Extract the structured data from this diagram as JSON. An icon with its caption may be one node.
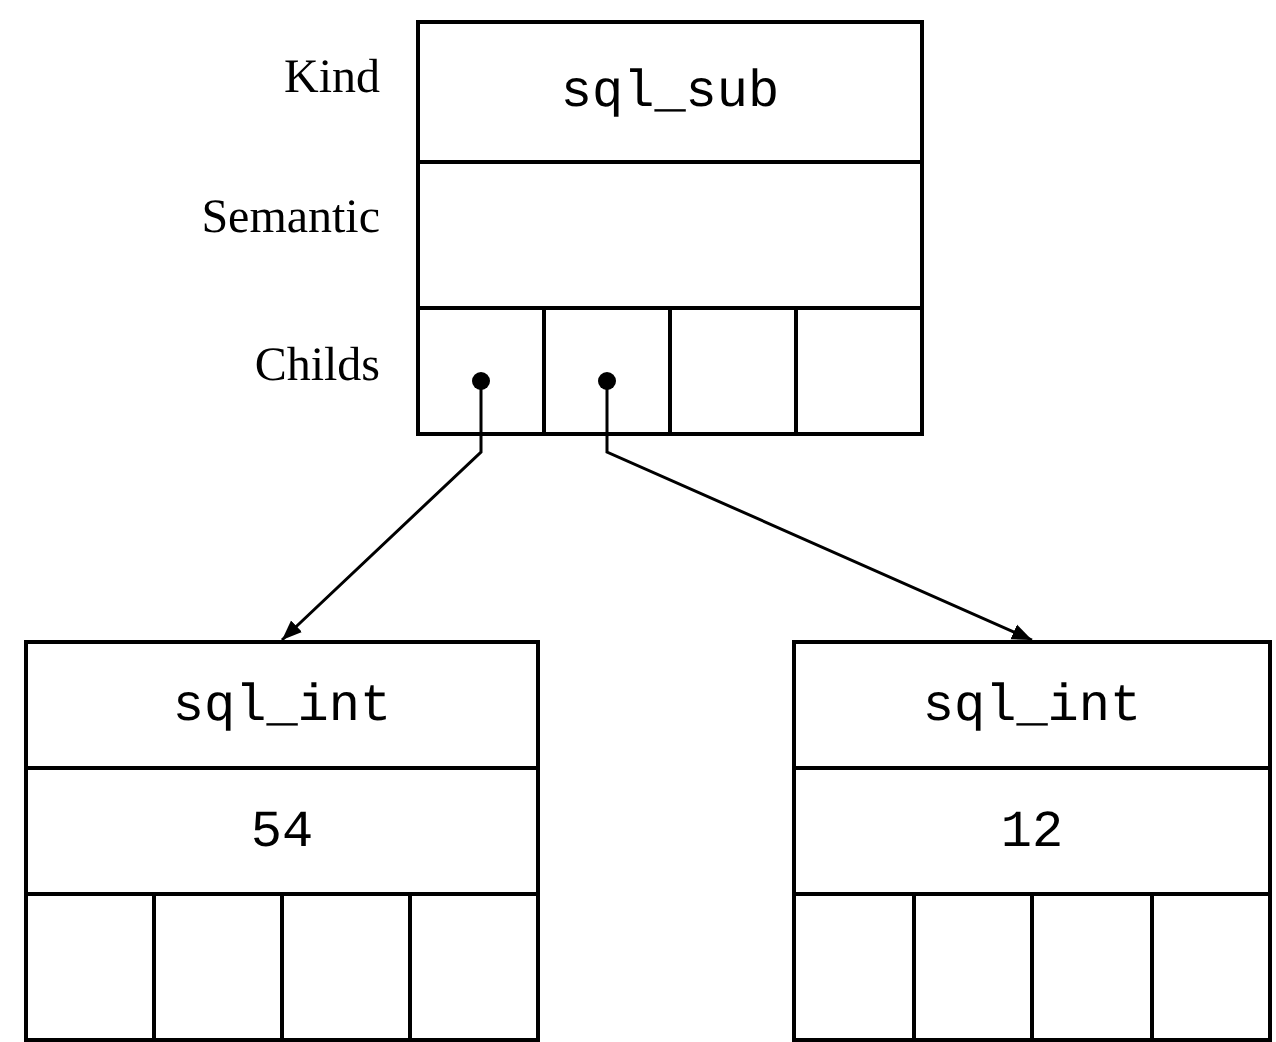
{
  "diagram": {
    "nodes": [
      {
        "text": [
          "sql_sub"
        ]
      },
      {
        "text": [],
        "shape": "box"
      },
      {
        "text": [],
        "shape": "box"
      },
      {
        "text": [],
        "shape": "box"
      },
      {
        "text": [],
        "shape": "box"
      },
      {
        "text": [],
        "shape": "box"
      },
      {
        "text": [
          "sql_int"
        ]
      },
      {
        "text": [
          "54"
        ]
      },
      {
        "text": [],
        "shape": "box"
      },
      {
        "text": [],
        "shape": "box"
      },
      {
        "text": [],
        "shape": "box"
      },
      {
        "text": [],
        "shape": "box"
      },
      {
        "text": [
          "sql_int"
        ]
      },
      {
        "text": [
          "12"
        ]
      },
      {
        "text": [],
        "shape": "box"
      },
      {
        "text": [],
        "shape": "box"
      },
      {
        "text": [],
        "shape": "box"
      },
      {
        "text": [],
        "shape": "box"
      }
    ],
    "edges": [
      {
        "from": 2,
        "to": 6,
        "arrow": "to"
      },
      {
        "from": 3,
        "to": 12,
        "arrow": "to"
      }
    ],
    "labels": [
      "Kind",
      "Semantic",
      "Childs"
    ]
  }
}
